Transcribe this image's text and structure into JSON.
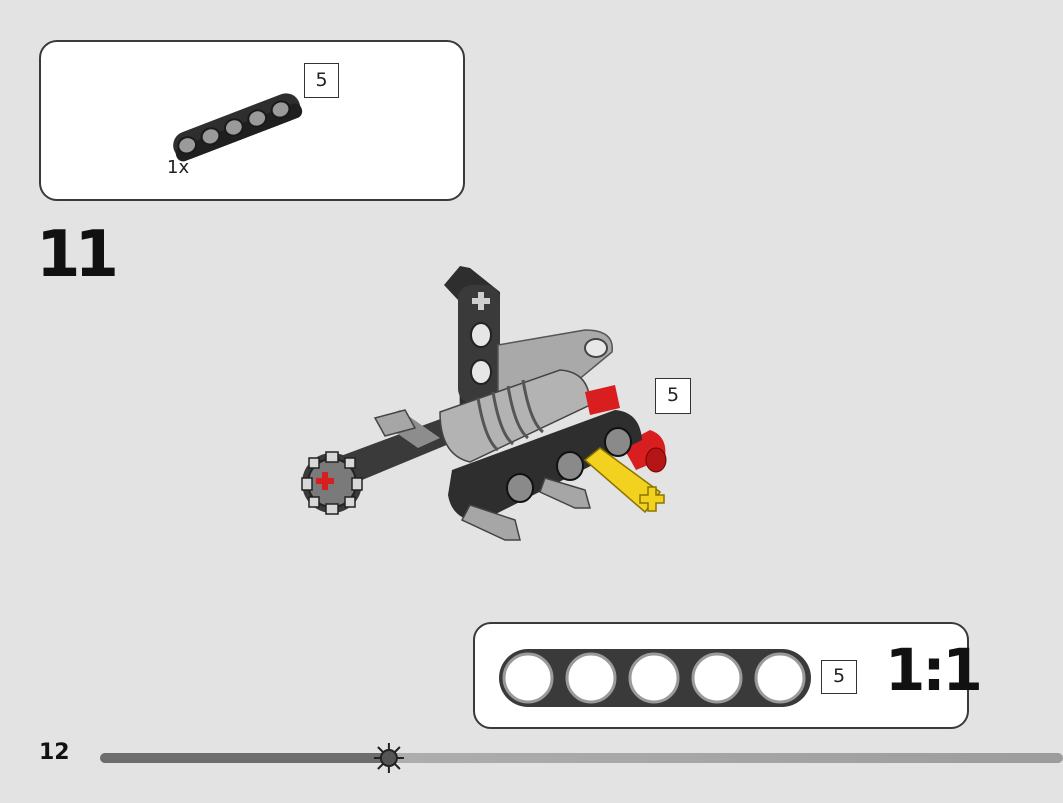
{
  "parts_callout": {
    "quantity": "1x",
    "beam_length": "5"
  },
  "step": {
    "number": "11",
    "beam_length": "5"
  },
  "scale_callout": {
    "beam_length": "5",
    "ratio": "1:1"
  },
  "footer": {
    "page_number": "12",
    "progress": 0.3
  },
  "colors": {
    "background": "#e3e3e3",
    "beam_black": "#2e2e2e",
    "beam_grey": "#a6a6a6",
    "pin_red": "#d81e1e",
    "axle_yellow": "#f2d21e"
  }
}
